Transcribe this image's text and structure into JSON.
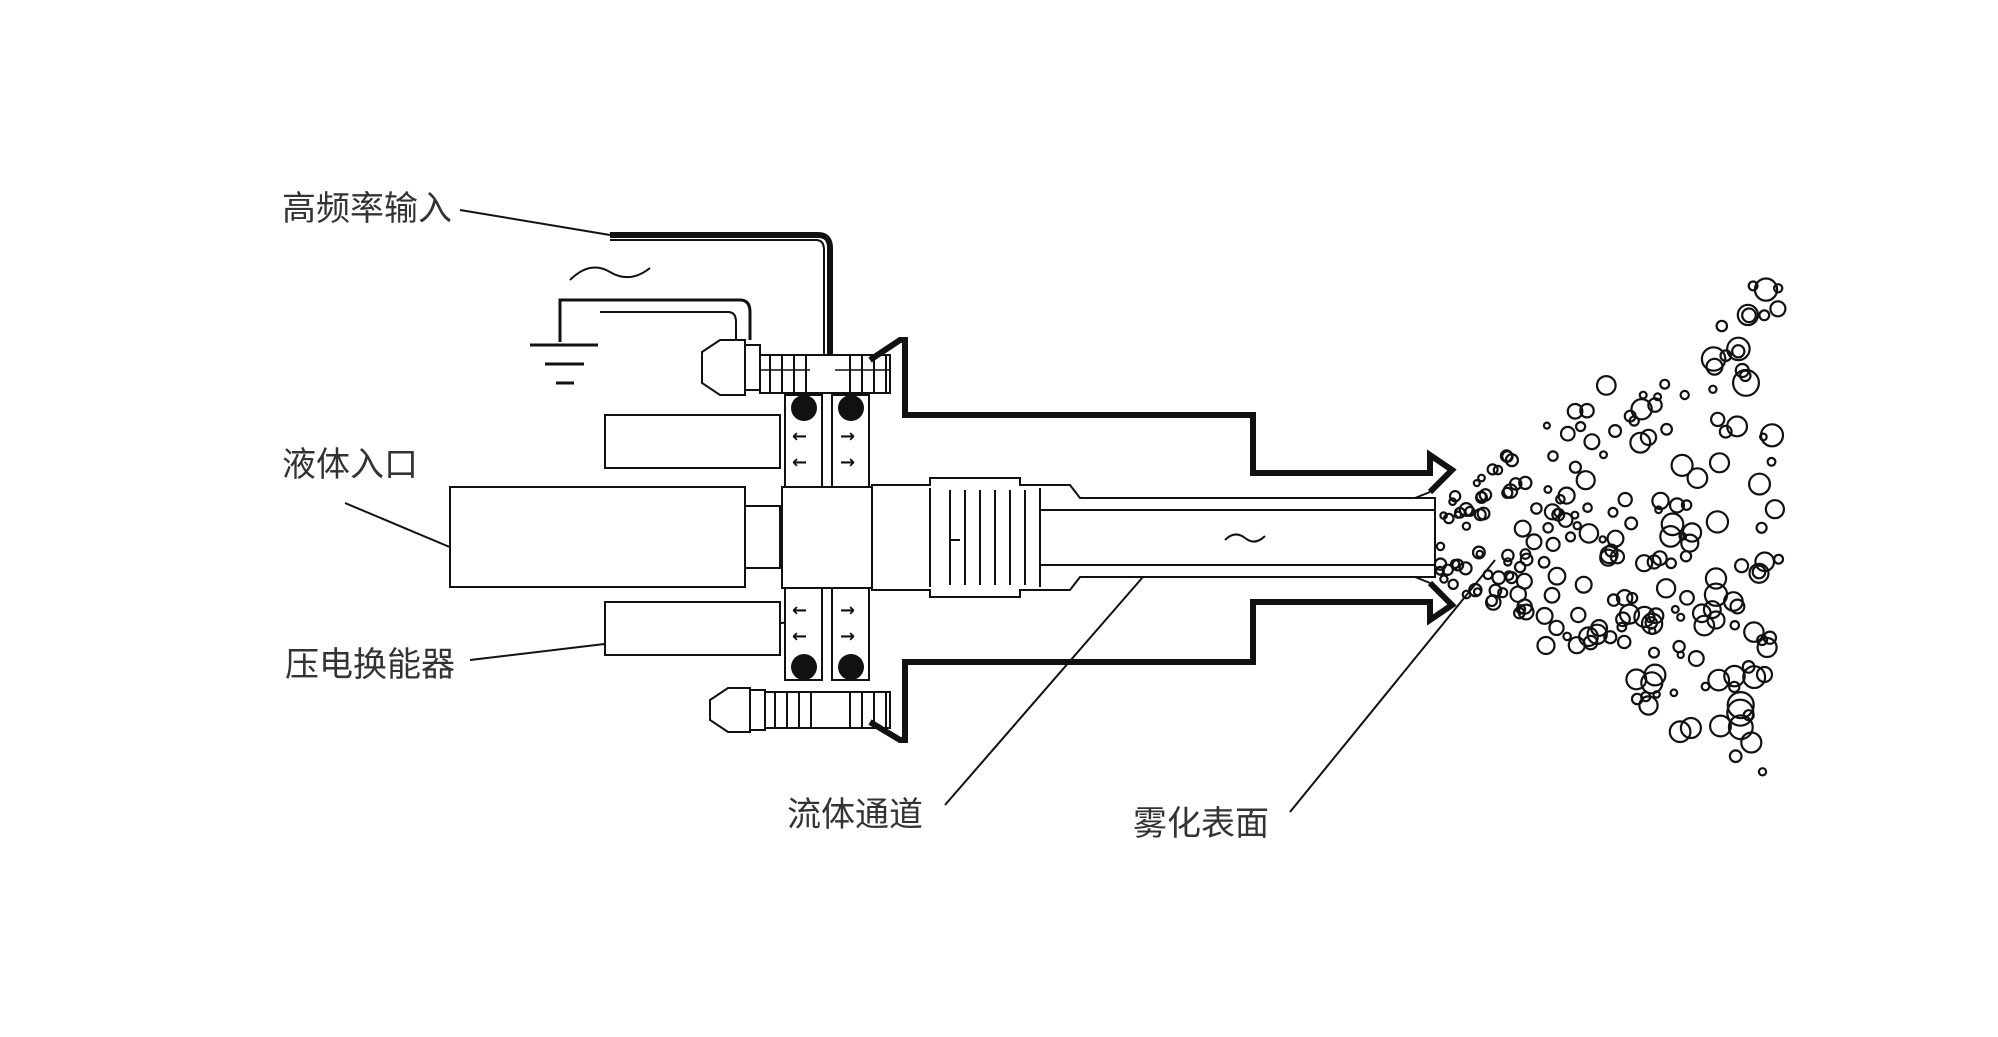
{
  "diagram": {
    "labels": {
      "high_frequency_input": "高频率输入",
      "liquid_inlet": "液体入口",
      "piezo_transducer": "压电换能器",
      "fluid_channel": "流体通道",
      "atomizing_surface": "雾化表面"
    },
    "colors": {
      "stroke": "#111111",
      "text": "#333333",
      "background": "#ffffff"
    }
  }
}
